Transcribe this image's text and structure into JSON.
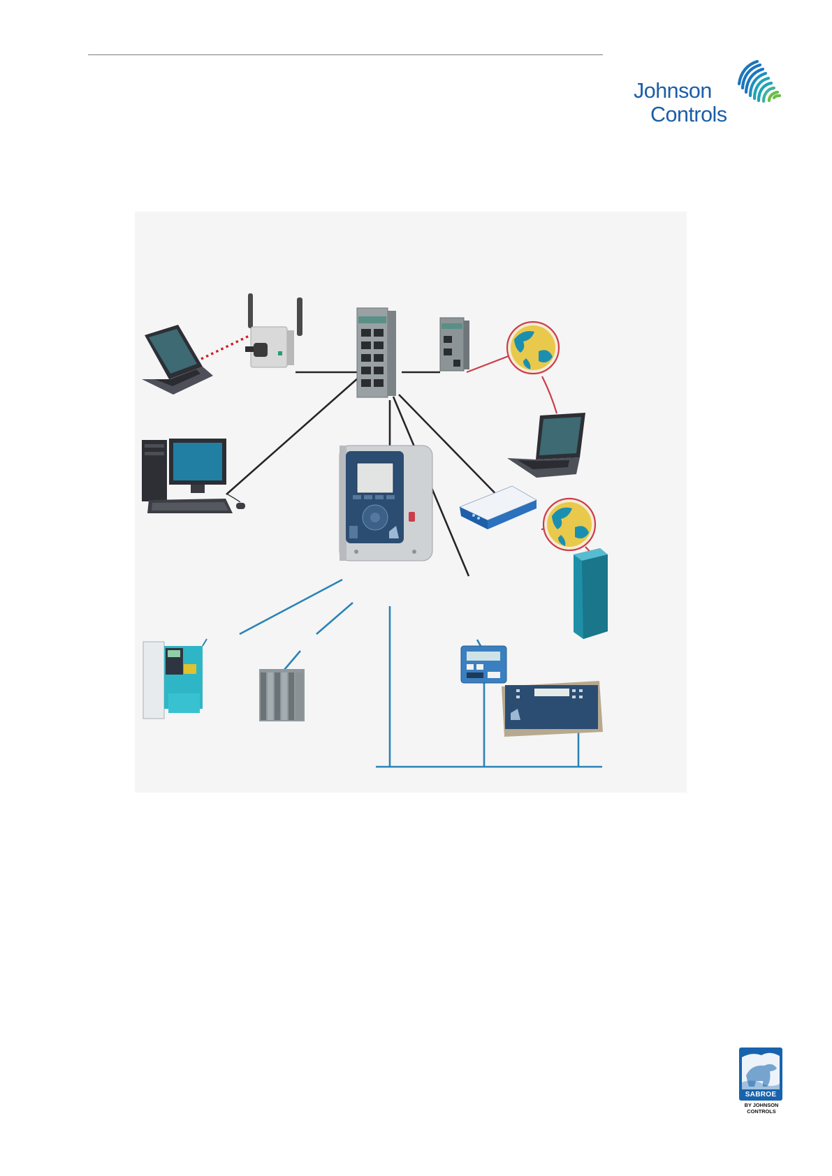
{
  "header": {
    "logo": {
      "line1": "Johnson",
      "line2": "Controls",
      "colors": {
        "text": "#1b5ea6",
        "blue": "#1b75bc",
        "teal": "#1fa3b7",
        "green": "#6cbd45"
      }
    }
  },
  "diagram": {
    "colors": {
      "ethernet": "#262626",
      "bus": "#2a83b6",
      "internet": "#cc3d4a",
      "wireless": "#d01e2a",
      "device_teal": "#1f8fa8",
      "panel": "#2c4d72"
    },
    "nodes": [
      {
        "id": "laptop-wireless",
        "icon": "laptop-icon"
      },
      {
        "id": "wireless-access-point",
        "icon": "access-point-icon"
      },
      {
        "id": "ethernet-switch",
        "icon": "network-switch-icon"
      },
      {
        "id": "router",
        "icon": "router-module-icon"
      },
      {
        "id": "internet-top",
        "icon": "globe-icon"
      },
      {
        "id": "laptop-remote",
        "icon": "laptop-icon"
      },
      {
        "id": "desktop-pc",
        "icon": "desktop-computer-icon"
      },
      {
        "id": "main-controller",
        "icon": "controller-panel-icon"
      },
      {
        "id": "modem",
        "icon": "modem-icon"
      },
      {
        "id": "internet-bottom",
        "icon": "globe-icon"
      },
      {
        "id": "server",
        "icon": "server-icon"
      },
      {
        "id": "frequency-converter",
        "icon": "frequency-converter-icon"
      },
      {
        "id": "plc",
        "icon": "plc-rack-icon"
      },
      {
        "id": "small-controller",
        "icon": "small-controller-icon"
      },
      {
        "id": "display-unit",
        "icon": "display-unit-icon"
      }
    ]
  },
  "footer": {
    "brand": "SABROE",
    "tagline_line1": "BY JOHNSON",
    "tagline_line2": "CONTROLS",
    "colors": {
      "badge": "#1863ad"
    }
  }
}
